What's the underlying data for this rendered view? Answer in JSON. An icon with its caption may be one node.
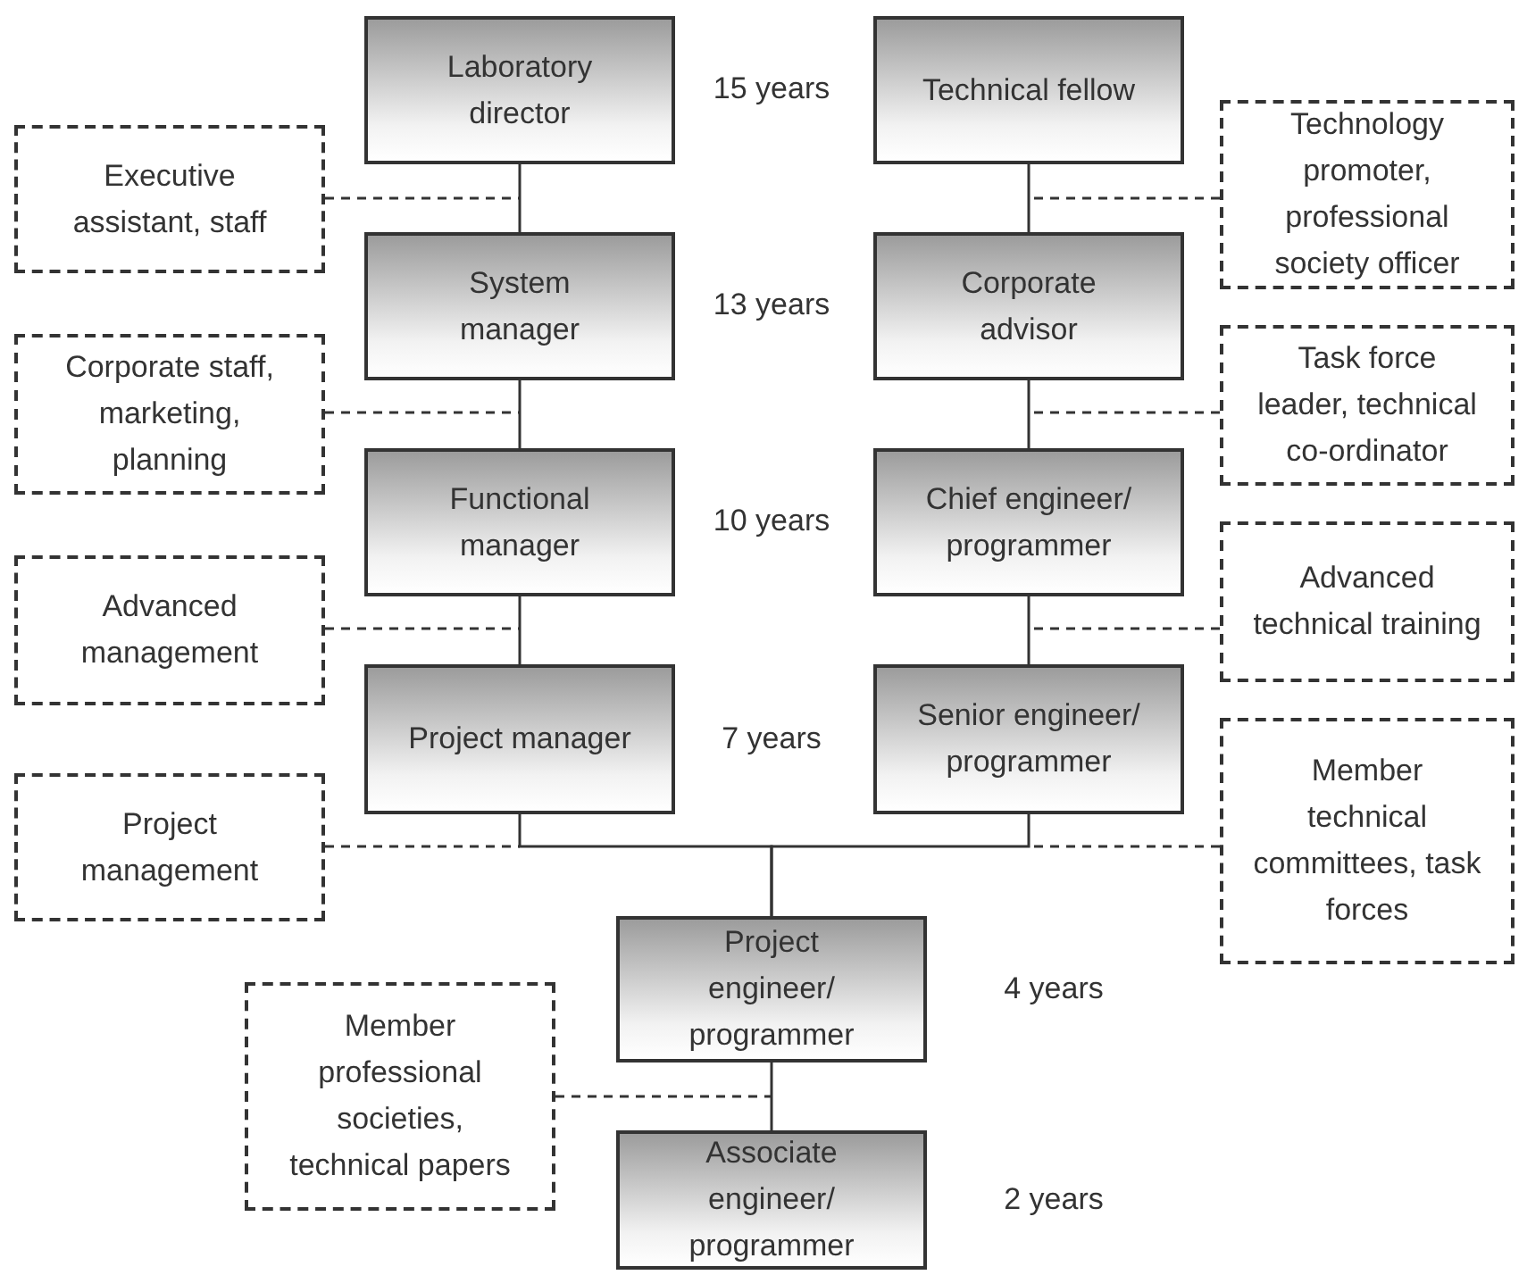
{
  "diagram": {
    "nodes": [
      {
        "text": [
          "Laboratory director"
        ],
        "beside": [
          "15 years"
        ]
      },
      {
        "text": [
          "Technical fellow"
        ]
      },
      {
        "text": [
          "Executive assistant, staff"
        ]
      },
      {
        "text": [
          "Technology promoter, professional society officer"
        ]
      },
      {
        "text": [
          "System manager"
        ],
        "beside": [
          "13 years"
        ]
      },
      {
        "text": [
          "Corporate advisor"
        ]
      },
      {
        "text": [
          "Corporate staff, marketing, planning"
        ]
      },
      {
        "text": [
          "Task force leader, technical co-ordinator"
        ]
      },
      {
        "text": [
          "Functional manager"
        ],
        "beside": [
          "10 years"
        ]
      },
      {
        "text": [
          "Chief engineer/ programmer"
        ]
      },
      {
        "text": [
          "Advanced management"
        ]
      },
      {
        "text": [
          "Advanced technical training"
        ]
      },
      {
        "text": [
          "Project manager"
        ],
        "beside": [
          "7 years"
        ]
      },
      {
        "text": [
          "Senior engineer/ programmer"
        ]
      },
      {
        "text": [
          "Project management"
        ]
      },
      {
        "text": [
          "Member technical committees, task forces"
        ]
      },
      {
        "text": [
          "Project engineer/ programmer"
        ],
        "beside": [
          "4 years"
        ]
      },
      {
        "text": [
          "Member professional societies, technical papers"
        ]
      },
      {
        "text": [
          "Associate engineer/ programmer"
        ],
        "beside": [
          "2 years"
        ]
      }
    ],
    "edges": [
      {
        "from": 0,
        "to": 4,
        "arrow": "none"
      },
      {
        "from": 4,
        "to": 8,
        "arrow": "none"
      },
      {
        "from": 8,
        "to": 12,
        "arrow": "none"
      },
      {
        "from": 12,
        "to": 16,
        "arrow": "none"
      },
      {
        "from": 1,
        "to": 5,
        "arrow": "none"
      },
      {
        "from": 5,
        "to": 9,
        "arrow": "none"
      },
      {
        "from": 9,
        "to": 13,
        "arrow": "none"
      },
      {
        "from": 13,
        "to": 16,
        "arrow": "none"
      },
      {
        "from": 16,
        "to": 18,
        "arrow": "none"
      },
      {
        "from": 2,
        "to": null,
        "arrow": "none",
        "style": "dashed"
      },
      {
        "from": 3,
        "to": null,
        "arrow": "none",
        "style": "dashed"
      },
      {
        "from": 6,
        "to": null,
        "arrow": "none",
        "style": "dashed"
      },
      {
        "from": 7,
        "to": null,
        "arrow": "none",
        "style": "dashed"
      },
      {
        "from": 10,
        "to": null,
        "arrow": "none",
        "style": "dashed"
      },
      {
        "from": 11,
        "to": null,
        "arrow": "none",
        "style": "dashed"
      },
      {
        "from": 14,
        "to": null,
        "arrow": "none",
        "style": "dashed"
      },
      {
        "from": 15,
        "to": null,
        "arrow": "none",
        "style": "dashed"
      },
      {
        "from": 17,
        "to": null,
        "arrow": "none",
        "style": "dashed"
      }
    ]
  }
}
